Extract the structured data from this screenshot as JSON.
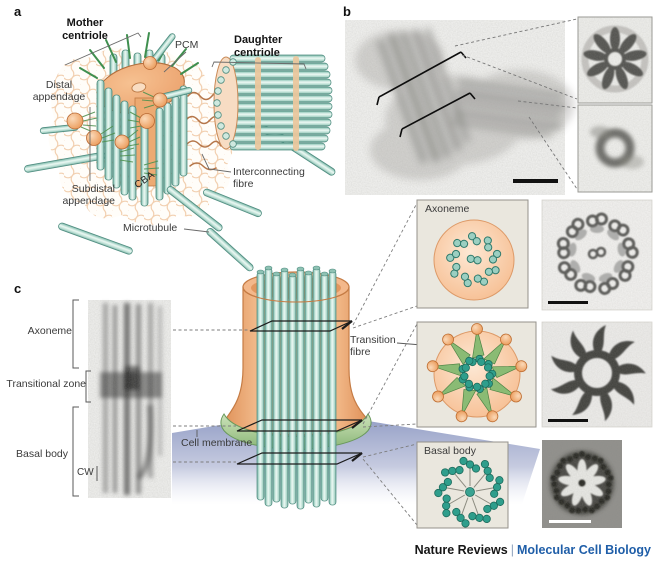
{
  "panel_a": {
    "tag": "a",
    "mother_centriole": "Mother\ncentriole",
    "daughter_centriole": "Daughter\ncentriole",
    "pcm": "PCM",
    "distal_appendage": "Distal\nappendage",
    "subdistal_appendage": "Subdistal\nappendage",
    "cba": "CBA",
    "interconnecting_fibre": "Interconnecting\nfibre",
    "microtubule": "Microtubule"
  },
  "panel_b": {
    "tag": "b"
  },
  "panel_c": {
    "tag": "c",
    "axoneme": "Axoneme",
    "transitional_zone": "Transitional zone",
    "basal_body": "Basal body",
    "cartwheel": "CW",
    "cell_membrane": "Cell membrane",
    "transition_fibre": "Transition\nfibre",
    "box_axoneme": "Axoneme",
    "box_basal_body": "Basal body"
  },
  "footer": {
    "journal": "Nature Reviews",
    "separator": "|",
    "publication": "Molecular Cell Biology"
  },
  "colors": {
    "microtubule_teal": "#9fd0c2",
    "appendage_orange": "#f0a874",
    "cilium_orange": "#f4bd92",
    "fibre_green": "#4f9150",
    "collar_green": "#8cba79",
    "cell_membrane_blue": "#9aa5c9",
    "box_background": "#eae7de",
    "em_background": "#f2f2f0",
    "footer_blue": "#1f5ea8"
  }
}
